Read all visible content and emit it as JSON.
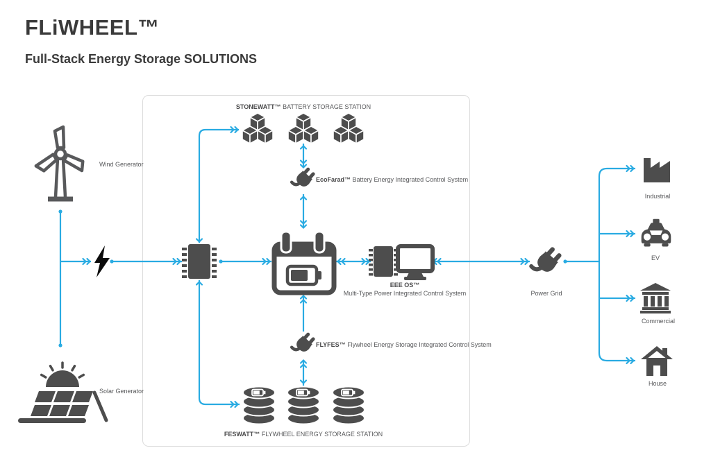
{
  "header": {
    "title": "FLiWHEEL™",
    "subtitle": "Full-Stack Energy Storage SOLUTIONS"
  },
  "sources": {
    "wind": {
      "label": "Wind Generator"
    },
    "solar": {
      "label": "Solar Generator"
    }
  },
  "stations": {
    "battery": {
      "brand": "STONEWATT™",
      "label": " BATTERY STORAGE STATION"
    },
    "flywheel": {
      "brand": "FESWATT™",
      "label": " FLYWHEEL ENERGY STORAGE STATION"
    }
  },
  "controllers": {
    "ecofarad": {
      "brand": "EcoFarad™",
      "label": " Battery Energy Integrated Control System"
    },
    "flyfes": {
      "brand": "FLYFES™",
      "label": " Flywheel Energy Storage Integrated Control System"
    },
    "eee_os": {
      "brand": "EEE OS™",
      "label": "Multi-Type Power Integrated Control System"
    }
  },
  "grid": {
    "label": "Power Grid"
  },
  "loads": [
    {
      "label": "Industrial"
    },
    {
      "label": "EV"
    },
    {
      "label": "Commercial"
    },
    {
      "label": "House"
    }
  ],
  "colors": {
    "line": "#29abe2",
    "icon": "#4d4d4d",
    "text": "#58595b",
    "title": "#3a3a3a",
    "bolt": "#0b0b0b",
    "panel_border": "#dcdcdc"
  }
}
